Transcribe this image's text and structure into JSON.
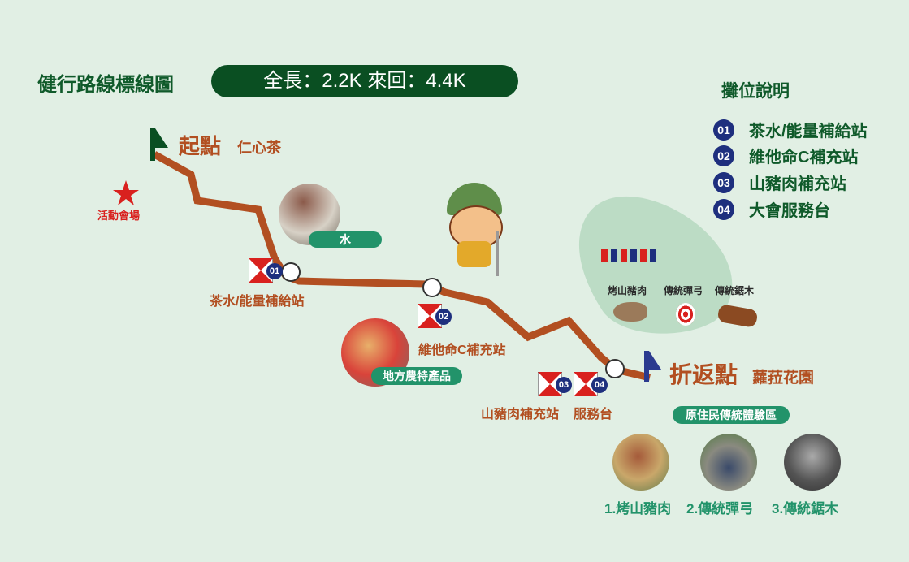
{
  "header": {
    "title": "健行路線標線圖",
    "length": "全長：2.2K  來回：4.4K"
  },
  "start": {
    "label": "起點",
    "place": "仁心茶"
  },
  "venue": {
    "label": "活動會場"
  },
  "turn": {
    "label": "折返點",
    "place": "蘿菈花園"
  },
  "stations": [
    {
      "num": "01",
      "label": "茶水/能量補給站"
    },
    {
      "num": "02",
      "label": "維他命C補充站"
    },
    {
      "num": "03",
      "label": "山豬肉補充站"
    },
    {
      "num": "04",
      "label": "服務台"
    }
  ],
  "photos": {
    "water": "水",
    "produce": "地方農特產品"
  },
  "legend": {
    "title": "攤位說明",
    "items": [
      {
        "num": "01",
        "label": "茶水/能量補給站"
      },
      {
        "num": "02",
        "label": "維他命C補充站"
      },
      {
        "num": "03",
        "label": "山豬肉補充站"
      },
      {
        "num": "04",
        "label": "大會服務台"
      }
    ]
  },
  "experience_area": {
    "items": [
      "烤山豬肉",
      "傳統彈弓",
      "傳統鋸木"
    ]
  },
  "experience_zone": {
    "title": "原住民傳統體驗區",
    "items": [
      "1.烤山豬肉",
      "2.傳統彈弓",
      "3.傳統鋸木"
    ]
  },
  "colors": {
    "route": "#b24f21",
    "dark_green": "#0a4f22",
    "accent_green": "#22936a",
    "navy": "#1e2f7e",
    "red": "#d9211e"
  }
}
